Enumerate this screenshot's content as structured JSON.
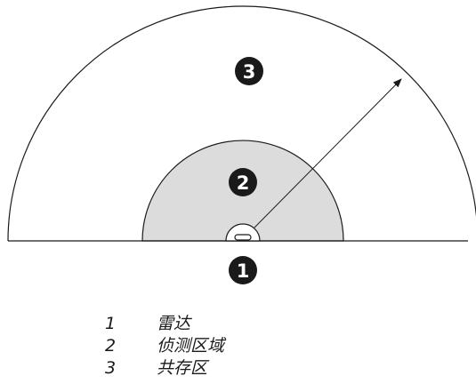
{
  "callouts": {
    "radar": "1",
    "detection_zone": "2",
    "coexistence_zone": "3"
  },
  "legend": [
    {
      "number": "1",
      "label": "雷达"
    },
    {
      "number": "2",
      "label": "侦测区域"
    },
    {
      "number": "3",
      "label": "共存区"
    }
  ],
  "colors": {
    "detection_fill": "#dcdcdc",
    "stroke": "#1a1a1a",
    "callout_fill": "#1a1a1a"
  }
}
